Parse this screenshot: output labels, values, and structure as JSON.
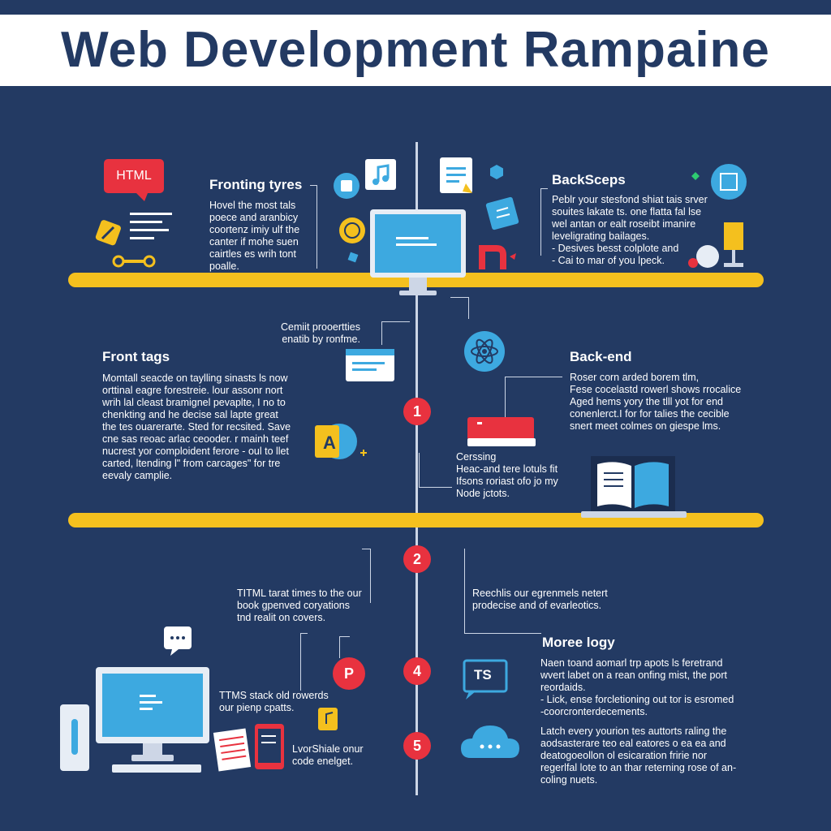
{
  "title": "Web Development Rampaine",
  "labels": {
    "html_tag": "HTML",
    "badge_a": "A",
    "badge_p": "P",
    "badge_ts": "TS"
  },
  "steps": [
    "1",
    "2",
    "4",
    "5"
  ],
  "sections": {
    "fronting_types": {
      "heading": "Fronting tyres",
      "lines": [
        "Hovel the most tals",
        "poece and aranbicy",
        "coortenz imiy ulf the",
        "canter if mohe suen",
        "cairtles es wrih tont",
        "poalle."
      ]
    },
    "backsceps": {
      "heading": "BackSceps",
      "lines": [
        "Peblr your stesfond shiat tais srver",
        "souites lakate ts. one flatta fal lse",
        "wel antan or ealt roseibt imanire",
        "leveligrating bailages.",
        "- Desives besst colplote and",
        "- Cai to mar of you lpeck."
      ]
    },
    "commit_note": {
      "lines": [
        "Cemiit prooertties",
        "enatib by ronfme."
      ]
    },
    "front_tags": {
      "heading": "Front tags",
      "lines": [
        "Momtall seacde on taylling sinasts ls now",
        "orttinal eagre forestreie. lour assonr nort",
        "wrih lal cleast bramignel pevaplte, I no to",
        "chenkting and he decise sal lapte great",
        "the tes ouarerarte. Sted for recsited. Save",
        "cne sas reoac arlac ceooder. r mainh teef",
        "nucrest yor comploident ferore - oul to llet",
        "carted, ltending l\" from carcages\" for tre",
        "eevaly camplie."
      ]
    },
    "backend": {
      "heading": "Back-end",
      "lines": [
        "Roser corn arded borem tlm,",
        "Fese cocelastd rowerl shows rrocalice",
        "Aged hems yory the tlll yot for end",
        "conenlerct.I for for talies the cecible",
        "snert meet colmes on giespe lms."
      ]
    },
    "censing": {
      "lines": [
        "Cerssing",
        "Heac-and tere lotuls fit",
        "Ifsons roriast ofo jo my",
        "Node jctots."
      ]
    },
    "titml": {
      "lines": [
        "TITML tarat times to the our",
        "book gpenved coryations",
        "tnd realit on covers."
      ]
    },
    "reechlis": {
      "lines": [
        "Reechlis our egrenmels netert",
        "prodecise and of evarleotics."
      ]
    },
    "moree_logy": {
      "heading": "Moree logy",
      "lines": [
        "Naen toand aomarl trp apots ls feretrand",
        "wvert labet on a rean onfing mist, the port",
        "reordaids.",
        "- Lick, ense forcletioning out tor is esromed",
        "-coorcronterdecements."
      ]
    },
    "tims_stack": {
      "lines": [
        "TTMS stack old rowerds",
        "our pienp cpatts."
      ]
    },
    "lvorshale": {
      "lines": [
        "LvorShiale onur",
        "code enelget."
      ]
    },
    "latch": {
      "lines": [
        "Latch every yourion tes auttorts raling the",
        "aodsasterare teo eal eatores o ea ea and",
        "deatogoeollon ol esicaration fririe nor",
        "regerlfal lote to an thar reterning rose of an-",
        "coling nuets."
      ]
    }
  },
  "colors": {
    "background": "#233a63",
    "accent_yellow": "#f4c01e",
    "accent_red": "#e8323f",
    "accent_blue": "#3da9e0"
  }
}
